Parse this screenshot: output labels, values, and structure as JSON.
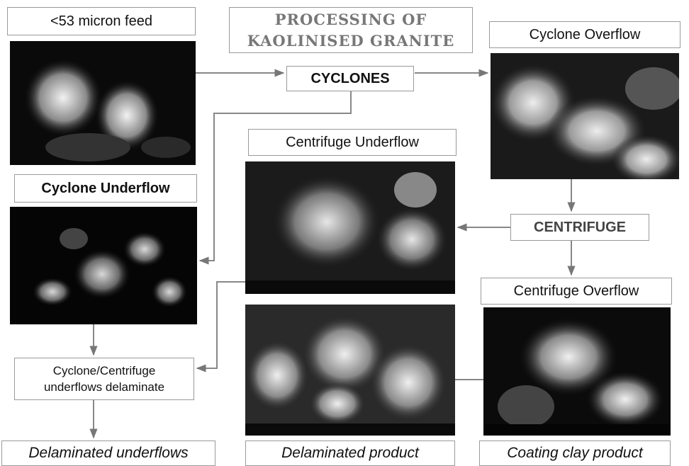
{
  "title": "PROCESSING OF KAOLINISED GRANITE",
  "nodes": {
    "feed": "<53 micron feed",
    "cyclones": "CYCLONES",
    "cyclone_overflow": "Cyclone Overflow",
    "centrifuge_underflow": "Centrifuge Underflow",
    "cyclone_underflow": "Cyclone Underflow",
    "centrifuge": "CENTRIFUGE",
    "centrifuge_overflow": "Centrifuge Overflow",
    "delaminate": "Cyclone/Centrifuge underflows delaminate",
    "delaminated_underflows": "Delaminated underflows",
    "delaminated_product": "Delaminated product",
    "coating_clay_product": "Coating clay product"
  },
  "micrographs": [
    {
      "name": "feed-micrograph",
      "caption": ""
    },
    {
      "name": "cyclone-overflow-micrograph",
      "caption": ""
    },
    {
      "name": "cyclone-underflow-micrograph",
      "caption": ""
    },
    {
      "name": "centrifuge-underflow-micrograph",
      "caption": ""
    },
    {
      "name": "delaminated-product-micrograph",
      "caption": ""
    },
    {
      "name": "centrifuge-overflow-micrograph",
      "caption": ""
    }
  ]
}
